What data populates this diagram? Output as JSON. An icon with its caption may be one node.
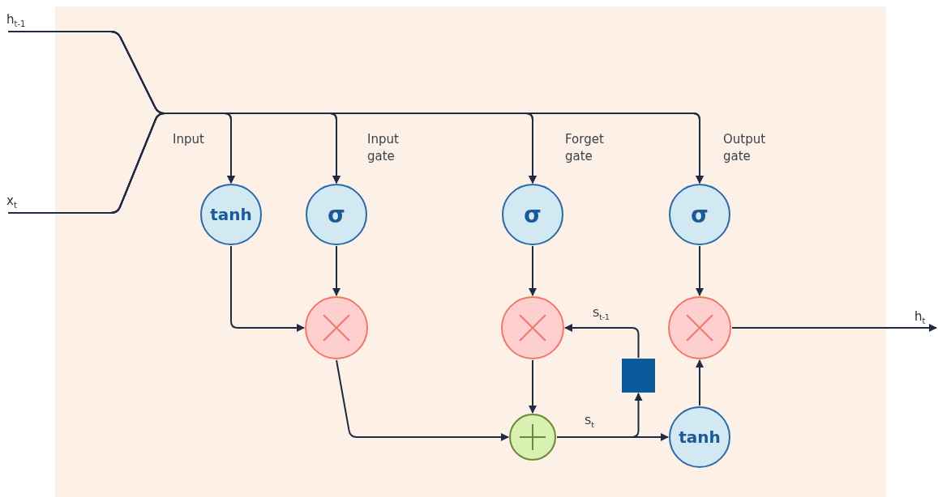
{
  "diagram": {
    "nodes": [
      {
        "text": [
          "h$_{t-1}$"
        ]
      },
      {
        "text": [
          "x$_{t}$"
        ]
      },
      {
        "text": [
          "tanh"
        ]
      },
      {
        "text": [
          "σ"
        ]
      },
      {
        "text": [
          "σ"
        ]
      },
      {
        "text": [
          "σ"
        ]
      },
      {
        "text": [],
        "shape": "circle"
      },
      {
        "text": [],
        "shape": "circle"
      },
      {
        "text": [],
        "shape": "circle"
      },
      {
        "text": [],
        "shape": "circle"
      },
      {
        "text": [
          "tanh"
        ]
      },
      {
        "text": [],
        "shape": "box"
      },
      {
        "text": [
          "h$_{t}$"
        ]
      }
    ],
    "edges": [
      {
        "from": 0,
        "to": 2,
        "arrow": "to"
      },
      {
        "from": 0,
        "to": 3,
        "arrow": "to"
      },
      {
        "from": 0,
        "to": 4,
        "arrow": "to"
      },
      {
        "from": 0,
        "to": 5,
        "arrow": "to"
      },
      {
        "from": 1,
        "to": 2,
        "arrow": "to"
      },
      {
        "from": 1,
        "to": 3,
        "arrow": "to"
      },
      {
        "from": 1,
        "to": 4,
        "arrow": "to"
      },
      {
        "from": 1,
        "to": 5,
        "arrow": "to"
      },
      {
        "from": 2,
        "to": 6,
        "arrow": "to"
      },
      {
        "from": 3,
        "to": 6,
        "arrow": "to"
      },
      {
        "from": 4,
        "to": 7,
        "arrow": "to"
      },
      {
        "from": 5,
        "to": 8,
        "arrow": "to"
      },
      {
        "from": 6,
        "to": 9,
        "arrow": "to"
      },
      {
        "from": 7,
        "to": 9,
        "arrow": "to"
      },
      {
        "from": 9,
        "to": 10,
        "arrow": "to",
        "label": "S$_{t}$"
      },
      {
        "from": 9,
        "to": 11,
        "arrow": "to"
      },
      {
        "from": 11,
        "to": 7,
        "arrow": "to",
        "label": "S$_{t-1}$"
      },
      {
        "from": 10,
        "to": 8,
        "arrow": "to"
      },
      {
        "from": 8,
        "to": 12,
        "arrow": "to"
      }
    ],
    "labels": [
      "Input",
      "Input gate",
      "Forget gate",
      "Output gate"
    ]
  }
}
